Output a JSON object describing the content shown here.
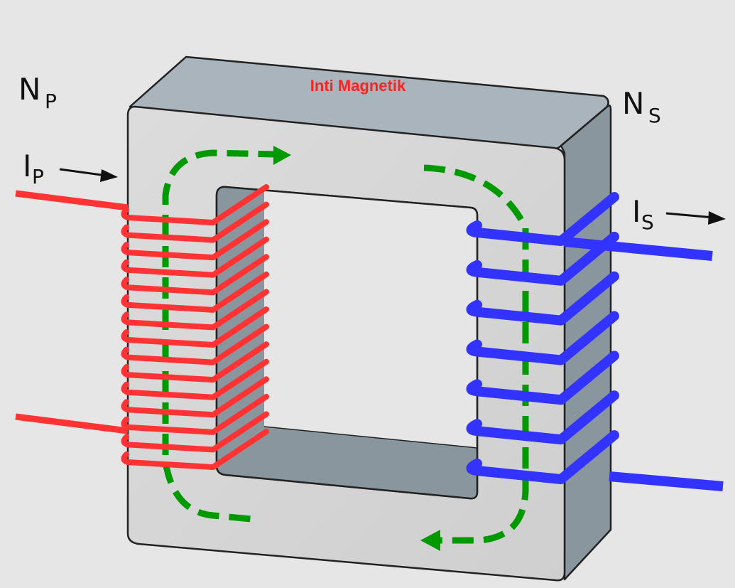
{
  "diagram": {
    "title": "Inti Magnetik",
    "primary": {
      "turns_label": "N",
      "turns_sub": "P",
      "current_label": "I",
      "current_sub": "P",
      "turn_count": 15,
      "color": "#ff3333"
    },
    "secondary": {
      "turns_label": "N",
      "turns_sub": "S",
      "current_label": "I",
      "current_sub": "S",
      "turn_count": 7,
      "color": "#3333ff"
    },
    "flux": {
      "color": "#009900",
      "direction": "clockwise"
    },
    "colors": {
      "background": "#e6e6e6",
      "core_front": "#d6d6d6",
      "core_top": "#aab4bc",
      "core_side": "#8a969e",
      "title": "#ff2222"
    }
  }
}
